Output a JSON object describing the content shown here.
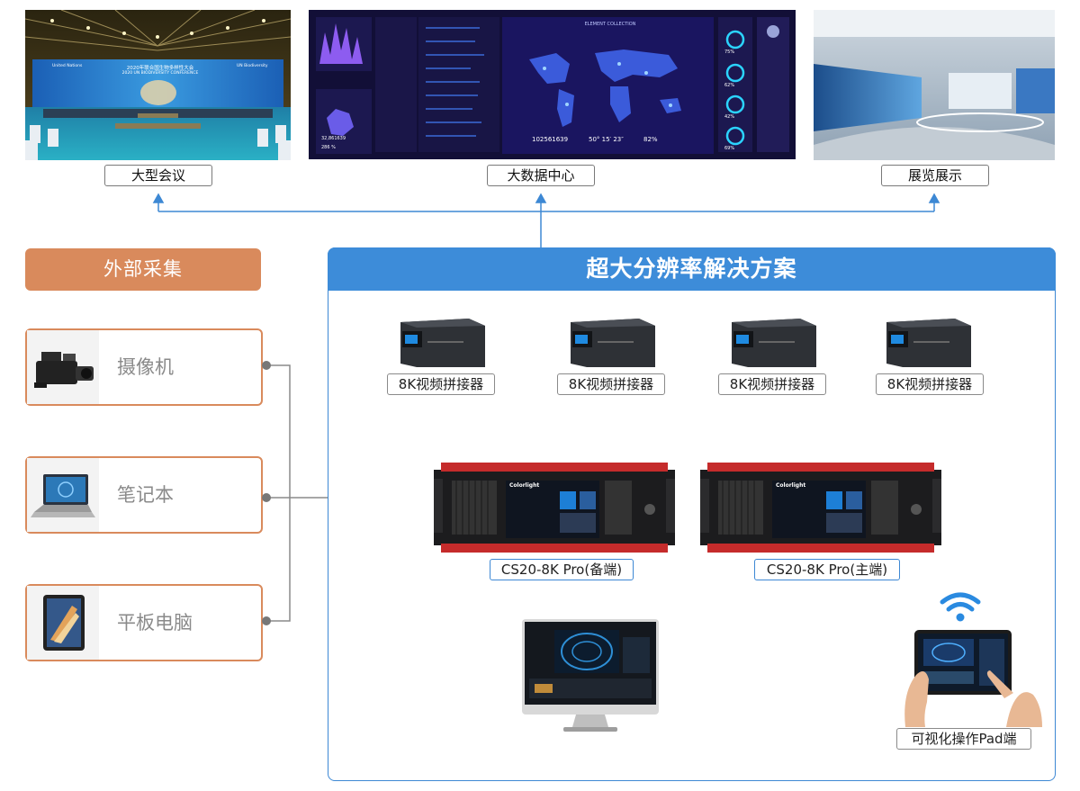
{
  "top_labels": {
    "conference": "大型会议",
    "bigdata": "大数据中心",
    "exhibition": "展览展示"
  },
  "conference_screen": {
    "title": "2020年联合国生物多样性大会",
    "subtitle": "2020 UN BIODIVERSITY CONFERENCE",
    "org_left": "United Nations",
    "org_right": "UN Biodiversity"
  },
  "bigdata_screen": {
    "center_title": "ELEMENT COLLECTION",
    "stat1": "102561639",
    "stat2": "50° 15′ 23″",
    "stat3": "82%",
    "gauges": [
      "75%",
      "62%",
      "42%",
      "69%"
    ],
    "left_value": "32,861639",
    "left_small": "286 %"
  },
  "sources": {
    "heading": "外部采集",
    "items": [
      {
        "label": "摄像机",
        "icon": "camera-icon"
      },
      {
        "label": "笔记本",
        "icon": "laptop-icon"
      },
      {
        "label": "平板电脑",
        "icon": "tablet-icon"
      }
    ]
  },
  "solution": {
    "heading": "超大分辨率解决方案",
    "processors": [
      "8K视频拼接器",
      "8K视频拼接器",
      "8K视频拼接器",
      "8K视频拼接器"
    ],
    "cs_backup": "CS20-8K Pro(备端)",
    "cs_main": "CS20-8K Pro(主端)",
    "device_brand": "Colorlight",
    "pad_label": "可视化操作Pad端"
  },
  "colors": {
    "orange": "#d98a5c",
    "blue": "#3d8cd9",
    "line": "#3d88d4"
  }
}
